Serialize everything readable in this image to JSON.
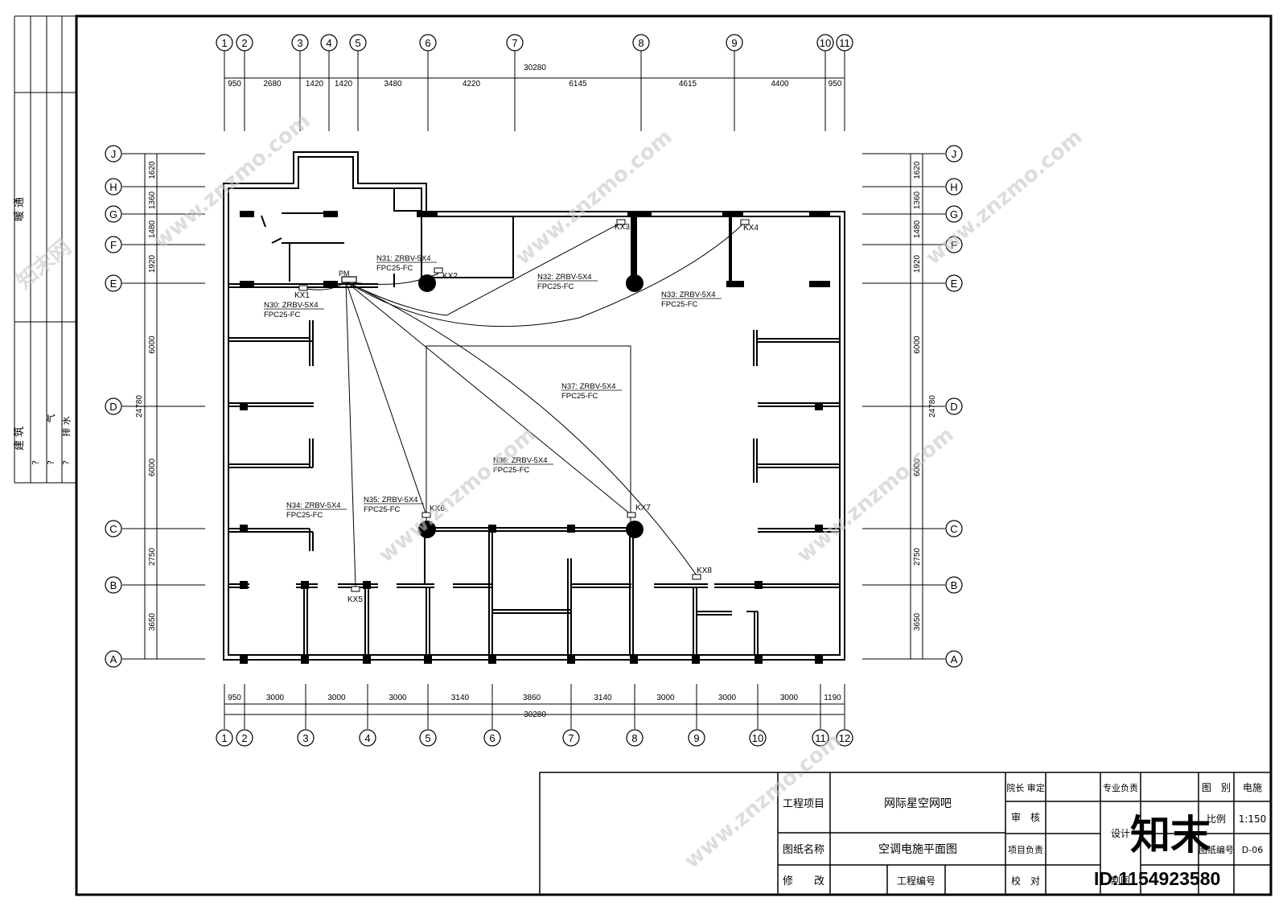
{
  "side_strip": {
    "hvac": "暖 通",
    "arch": "建 筑",
    "q1": "?",
    "q2": "?",
    "q3": "?",
    "gas": "气",
    "drain": "排 水"
  },
  "top_axes": [
    "1",
    "2",
    "3",
    "4",
    "5",
    "6",
    "7",
    "8",
    "9",
    "10",
    "11"
  ],
  "top_dims": [
    "950",
    "2680",
    "1420",
    "1420",
    "3480",
    "4220",
    "6145",
    "4615",
    "4400",
    "950"
  ],
  "top_total": "30280",
  "bottom_axes": [
    "1",
    "2",
    "3",
    "4",
    "5",
    "6",
    "7",
    "8",
    "9",
    "10",
    "11",
    "12"
  ],
  "bottom_dims": [
    "950",
    "3000",
    "3000",
    "3000",
    "3140",
    "3860",
    "3140",
    "3000",
    "3000",
    "3000",
    "1190"
  ],
  "bottom_total": "30280",
  "row_axes": [
    "J",
    "H",
    "G",
    "F",
    "E",
    "D",
    "C",
    "B",
    "A"
  ],
  "left_dims": [
    "1620",
    "1360",
    "1480",
    "1920",
    "6000",
    "6000",
    "2750",
    "3650"
  ],
  "left_total": "24780",
  "right_dims": [
    "1620",
    "1360",
    "1480",
    "1920",
    "6000",
    "6000",
    "2750",
    "3650"
  ],
  "right_total": "24780",
  "panel_label": "PM",
  "circuits": [
    {
      "id": "n30",
      "cable": "N30: ZRBV-5X4",
      "conduit": "FPC25-FC"
    },
    {
      "id": "n31",
      "cable": "N31: ZRBV-5X4",
      "conduit": "FPC25-FC"
    },
    {
      "id": "n32",
      "cable": "N32: ZRBV-5X4",
      "conduit": "FPC25-FC"
    },
    {
      "id": "n33",
      "cable": "N33: ZRBV-5X4",
      "conduit": "FPC25-FC"
    },
    {
      "id": "n34",
      "cable": "N34: ZRBV-5X4",
      "conduit": "FPC25-FC"
    },
    {
      "id": "n35",
      "cable": "N35: ZRBV-5X4",
      "conduit": "FPC25-FC"
    },
    {
      "id": "n36",
      "cable": "N36: ZRBV-5X4",
      "conduit": "FPC25-FC"
    },
    {
      "id": "n37",
      "cable": "N37: ZRBV-5X4",
      "conduit": "FPC25-FC"
    }
  ],
  "outlets": [
    "KX1",
    "KX2",
    "KX3",
    "KX4",
    "KX5",
    "KX6",
    "KX7",
    "KX8"
  ],
  "title_block": {
    "project_label": "工程项目",
    "project_name": "网际星空网吧",
    "drawing_label": "图纸名称",
    "drawing_name": "空调电施平面图",
    "revise_label": "修　　改",
    "project_no_label": "工程编号",
    "director_review": "院长 审定",
    "review": "审　核",
    "project_lead": "项目负责",
    "check": "校　对",
    "specialty_lead": "专业负责",
    "design": "设计",
    "drawn": "制图",
    "category_label": "图　别",
    "category": "电施",
    "scale_label": "比例",
    "scale": "1:150",
    "sheet_label": "图纸编号",
    "sheet": "D-06"
  },
  "watermark": {
    "site": "www.znzmo.com",
    "brand": "知末网",
    "logo": "知末",
    "id": "ID:1154923580"
  }
}
